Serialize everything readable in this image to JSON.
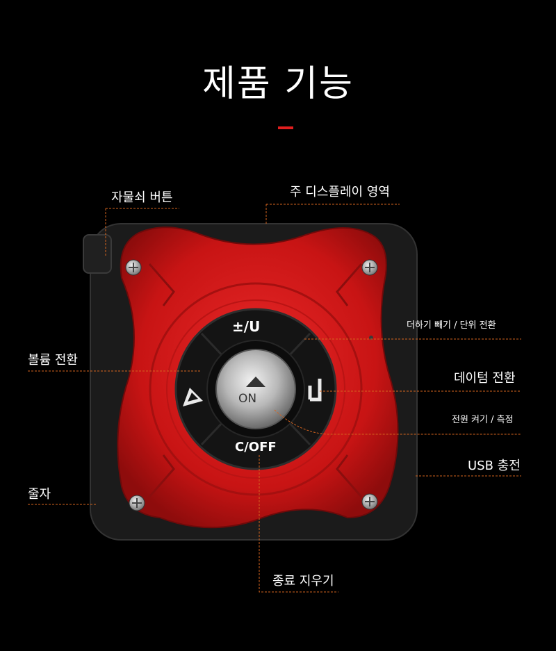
{
  "title": "제품 기능",
  "colors": {
    "accent": "#e01e1e",
    "leader": "#d4641e",
    "body_red": "#d51b1b"
  },
  "device": {
    "btn_top": "±/U",
    "btn_bottom": "C/OFF",
    "btn_center": "ON"
  },
  "callouts": {
    "lock_button": "자물쇠 버튼",
    "main_display": "주 디스플레이 영역",
    "add_sub_unit": "더하기 빼기 / 단위 전환",
    "volume_switch": "볼륨 전환",
    "datum_switch": "데이텀 전환",
    "power_measure": "전원 켜기 / 측정",
    "usb_charge": "USB 충전",
    "tape": "줄자",
    "end_clear": "종료 지우기"
  }
}
